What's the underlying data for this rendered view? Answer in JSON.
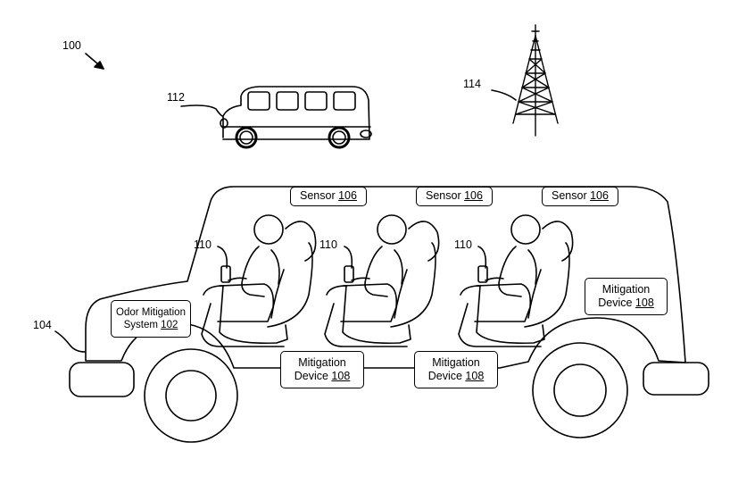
{
  "figure_ref": "100",
  "bus_ref": "112",
  "tower_ref": "114",
  "vehicle_ref": "104",
  "passenger_ref": "110",
  "sensor": {
    "text": "Sensor",
    "num": "106"
  },
  "mitigation": {
    "line1": "Mitigation",
    "line2": "Device",
    "num": "108"
  },
  "odor_system": {
    "line1": "Odor Mitigation",
    "line2": "System",
    "num": "102"
  }
}
